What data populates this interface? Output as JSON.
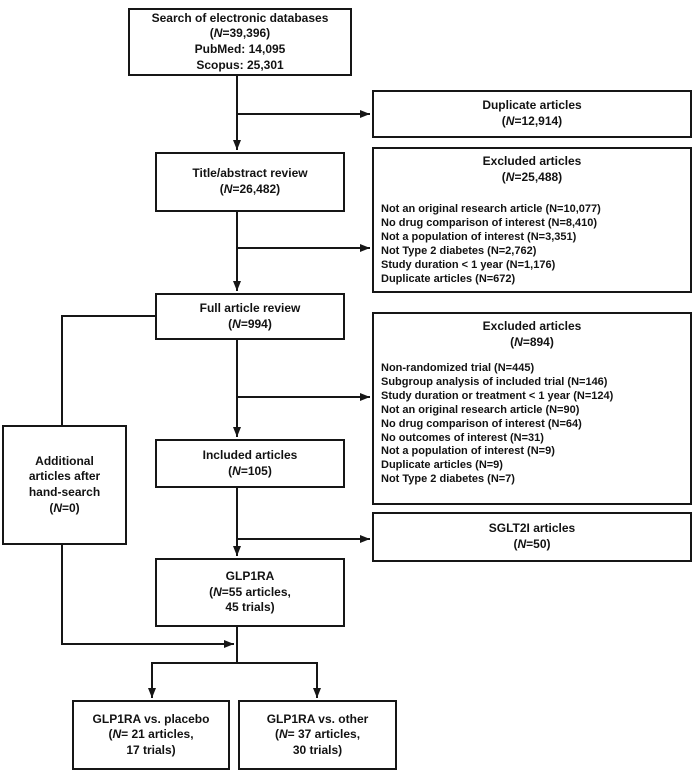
{
  "figure": {
    "background": "#ffffff",
    "line_color": "#161616",
    "type": "prisma-flow-diagram"
  },
  "boxes": {
    "search": {
      "lines": [
        "Search of electronic databases",
        "(N=39,396)",
        "PubMed: 14,095",
        "Scopus: 25,301"
      ]
    },
    "duplicate": {
      "lines": [
        "Duplicate articles",
        "(N=12,914)"
      ]
    },
    "title_abstract": {
      "lines": [
        "Title/abstract review",
        "(N=26,482)"
      ]
    },
    "excluded_title_abstract": {
      "head": [
        "Excluded articles",
        "(N=25,488)"
      ],
      "items": [
        "Not an original research article (N=10,077)",
        "No drug comparison of interest (N=8,410)",
        "Not a population of interest (N=3,351)",
        "Not Type 2 diabetes (N=2,762)",
        "Study duration < 1 year (N=1,176)",
        "Duplicate articles (N=672)"
      ]
    },
    "full_article": {
      "lines": [
        "Full article review",
        "(N=994)"
      ]
    },
    "excluded_full_article": {
      "head": [
        "Excluded articles",
        "(N=894)"
      ],
      "items": [
        "Non-randomized trial (N=445)",
        "Subgroup analysis of included trial (N=146)",
        "Study duration or treatment < 1 year (N=124)",
        "Not an original research article (N=90)",
        "No drug comparison of interest (N=64)",
        "No outcomes of interest (N=31)",
        "Not a population of interest (N=9)",
        "Duplicate articles (N=9)",
        "Not Type 2 diabetes (N=7)"
      ]
    },
    "included": {
      "lines": [
        "Included articles",
        "(N=105)"
      ]
    },
    "sglt2i": {
      "lines": [
        "SGLT2I articles",
        "(N=50)"
      ]
    },
    "additional": {
      "lines": [
        "Additional",
        "articles after",
        "hand-search",
        "(N=0)"
      ]
    },
    "glp1ra": {
      "lines": [
        "GLP1RA",
        "(N=55 articles,",
        "45 trials)"
      ]
    },
    "glp1ra_placebo": {
      "lines": [
        "GLP1RA vs. placebo",
        "(N= 21 articles,",
        "17 trials)"
      ]
    },
    "glp1ra_other": {
      "lines": [
        "GLP1RA vs. other",
        "(N= 37 articles,",
        "30 trials)"
      ]
    }
  }
}
